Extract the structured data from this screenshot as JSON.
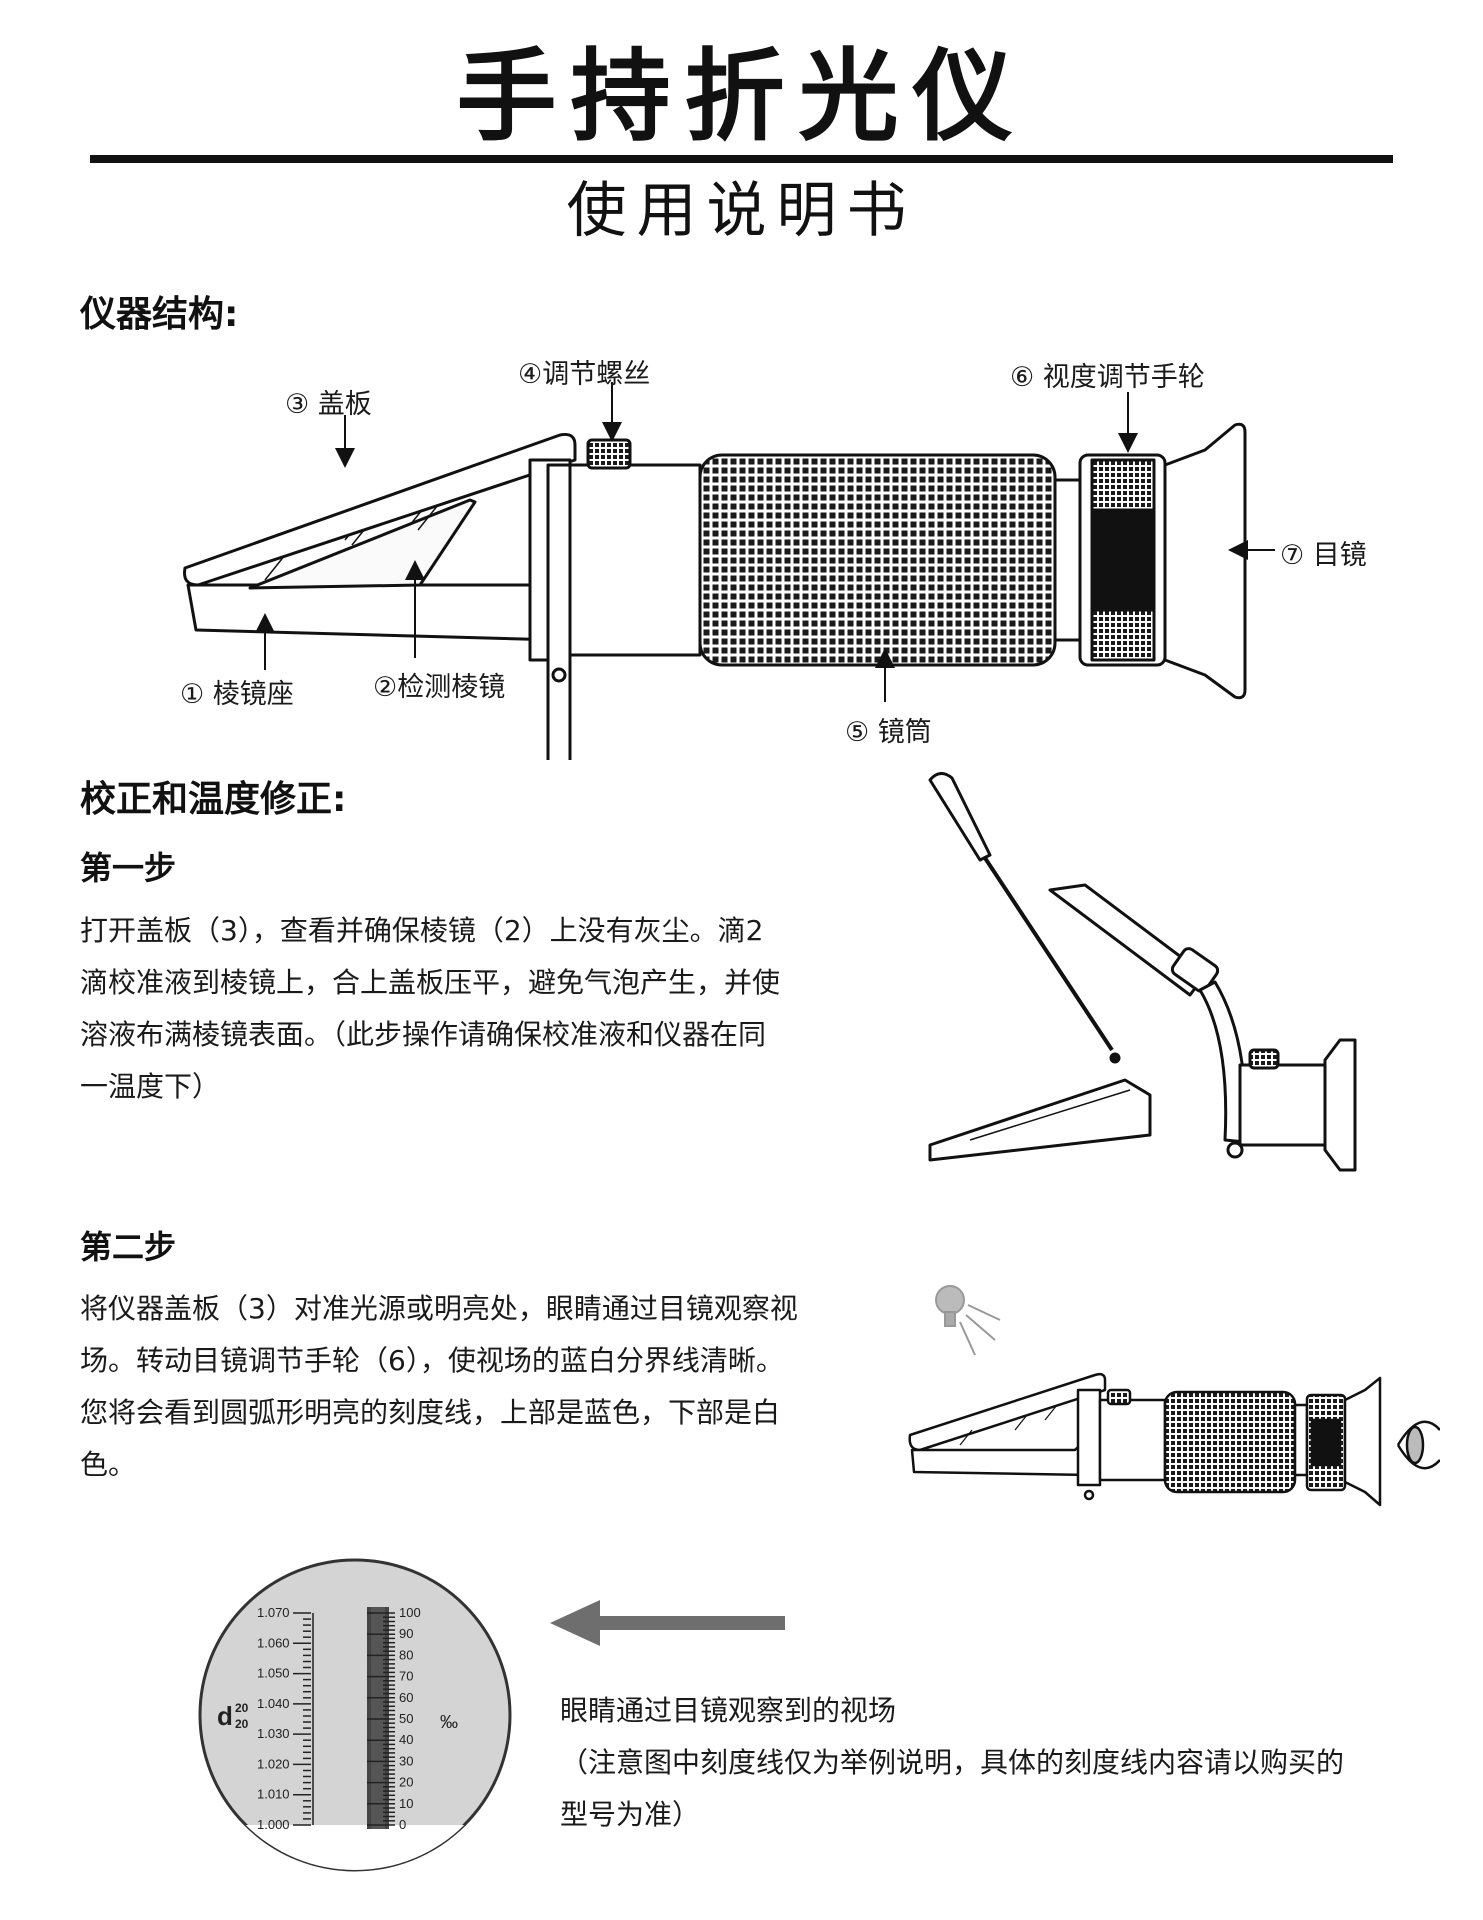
{
  "header": {
    "title": "手持折光仪",
    "subtitle": "使用说明书"
  },
  "structure": {
    "heading": "仪器结构:",
    "parts": {
      "p1": "① 棱镜座",
      "p2": "②检测棱镜",
      "p3": "③ 盖板",
      "p4": "④调节螺丝",
      "p5": "⑤ 镜筒",
      "p6": "⑥ 视度调节手轮",
      "p7": "⑦ 目镜"
    }
  },
  "calibration": {
    "heading": "校正和温度修正:",
    "step1": {
      "title": "第一步",
      "lines": [
        "打开盖板（3），查看并确保棱镜（2）上没有灰尘。滴2",
        "滴校准液到棱镜上，合上盖板压平，避免气泡产生，并使",
        "溶液布满棱镜表面。（此步操作请确保校准液和仪器在同",
        "一温度下）"
      ]
    },
    "step2": {
      "title": "第二步",
      "lines": [
        "将仪器盖板（3）对准光源或明亮处，眼睛通过目镜观察视",
        "场。转动目镜调节手轮（6），使视场的蓝白分界线清晰。",
        "您将会看到圆弧形明亮的刻度线，上部是蓝色，下部是白",
        "色。"
      ]
    }
  },
  "scale": {
    "left_label_main": "d",
    "left_label_sup": "20",
    "left_label_sub": "20",
    "left_ticks": [
      "1.070",
      "1.060",
      "1.050",
      "1.040",
      "1.030",
      "1.020",
      "1.010",
      "1.000"
    ],
    "right_ticks": [
      "100",
      "90",
      "80",
      "70",
      "60",
      "50",
      "40",
      "30",
      "20",
      "10",
      "0"
    ],
    "right_unit": "‰"
  },
  "caption": {
    "line1": "眼睛通过目镜观察到的视场",
    "line2": "（注意图中刻度线仅为举例说明，具体的刻度线内容请以购买的",
    "line3": "型号为准）"
  },
  "colors": {
    "ink": "#111111",
    "field_gray": "#d4d4d4",
    "arrow_gray": "#6e6e6e"
  }
}
